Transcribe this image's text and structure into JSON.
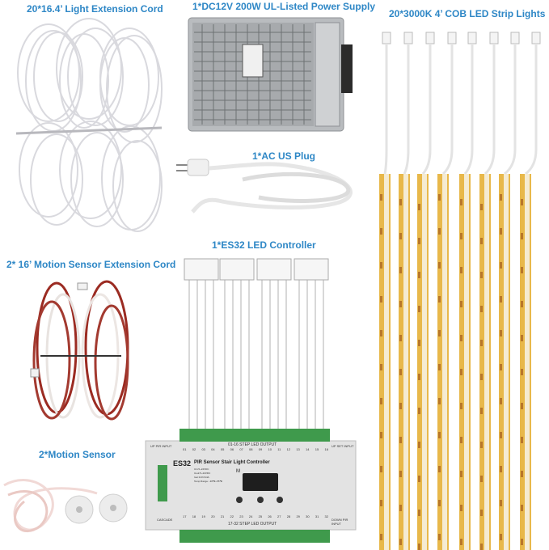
{
  "labels": {
    "extension_cord": "20*16.4’ Light Extension Cord",
    "power_supply": "1*DC12V 200W UL-Listed Power Supply",
    "strip_lights": "20*3000K 4’ COB LED Strip Lights",
    "ac_plug": "1*AC US Plug",
    "controller": "1*ES32 LED Controller",
    "sensor_cord": "2* 16’ Motion Sensor Extension Cord",
    "motion_sensor": "2*Motion Sensor"
  },
  "controller": {
    "model": "ES32",
    "title": "PIR Sensor Stair Light Controller",
    "top_output": "01-16 STEP LED OUTPUT",
    "bottom_output": "17-32 STEP LED OUTPUT",
    "up_pir": "UP PIR INPUT",
    "up_set": "UP SET INPUT",
    "down_pir": "DOWN PIR INPUT",
    "cascade": "CASCADE",
    "mode_btn": "M",
    "top_channels": [
      "01",
      "02",
      "03",
      "04",
      "05",
      "06",
      "07",
      "08",
      "09",
      "10",
      "11",
      "12",
      "13",
      "14",
      "15",
      "16"
    ],
    "bottom_channels": [
      "17",
      "18",
      "19",
      "20",
      "21",
      "22",
      "23",
      "24",
      "25",
      "26",
      "27",
      "28",
      "29",
      "30",
      "31",
      "32"
    ],
    "specs": [
      "Uin:5~24VDC",
      "Uout:5~24VDC",
      "Iout:1ChX14A",
      "Temp Range: -30℃~55℃"
    ]
  },
  "colors": {
    "label": "#2e87c6",
    "cable_white": "#e4e4e8",
    "cable_red": "#9b2b22",
    "led_strip": "#e8b84a",
    "terminal_green": "#3f9a4c",
    "psu_silver": "#b9bcbf"
  }
}
